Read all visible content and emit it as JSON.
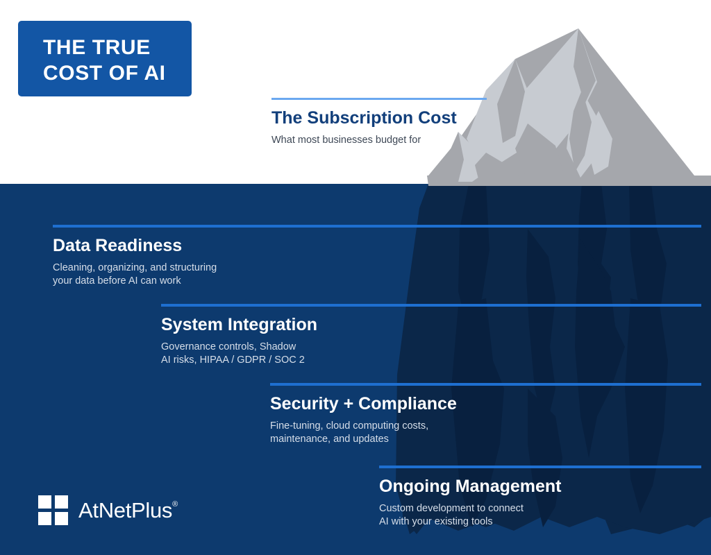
{
  "title_badge": {
    "line1": "THE TRUE",
    "line2": "COST OF AI"
  },
  "sections": [
    {
      "key": "subscription",
      "title": "The Subscription Cost",
      "desc": "What most businesses budget for",
      "zone": "above-water"
    },
    {
      "key": "data_readiness",
      "title": "Data Readiness",
      "desc": "Cleaning, organizing, and structuring\nyour data before AI can work",
      "zone": "below-water"
    },
    {
      "key": "system_integration",
      "title": "System Integration",
      "desc": "Governance controls, Shadow\nAI risks, HIPAA / GDPR / SOC 2",
      "zone": "below-water"
    },
    {
      "key": "security_compliance",
      "title": "Security + Compliance",
      "desc": "Fine-tuning, cloud computing costs,\nmaintenance, and updates",
      "zone": "below-water"
    },
    {
      "key": "ongoing_management",
      "title": "Ongoing Management",
      "desc": "Custom development to connect\nAI with your existing tools",
      "zone": "below-water"
    }
  ],
  "logo": {
    "wordmark": "AtNetPlus",
    "registered": "®"
  },
  "colors": {
    "brand_blue": "#1356A5",
    "ocean": "#0D3A6E",
    "rule_blue": "#1E6FD0",
    "rule_light_blue": "#6BA8F0",
    "ice_light": "#C7CBD1",
    "ice_mid": "#A5A7AC",
    "ice_submerged": "#0B2749",
    "ice_shadow": "#08203F",
    "heading_navy": "#123F7B"
  }
}
